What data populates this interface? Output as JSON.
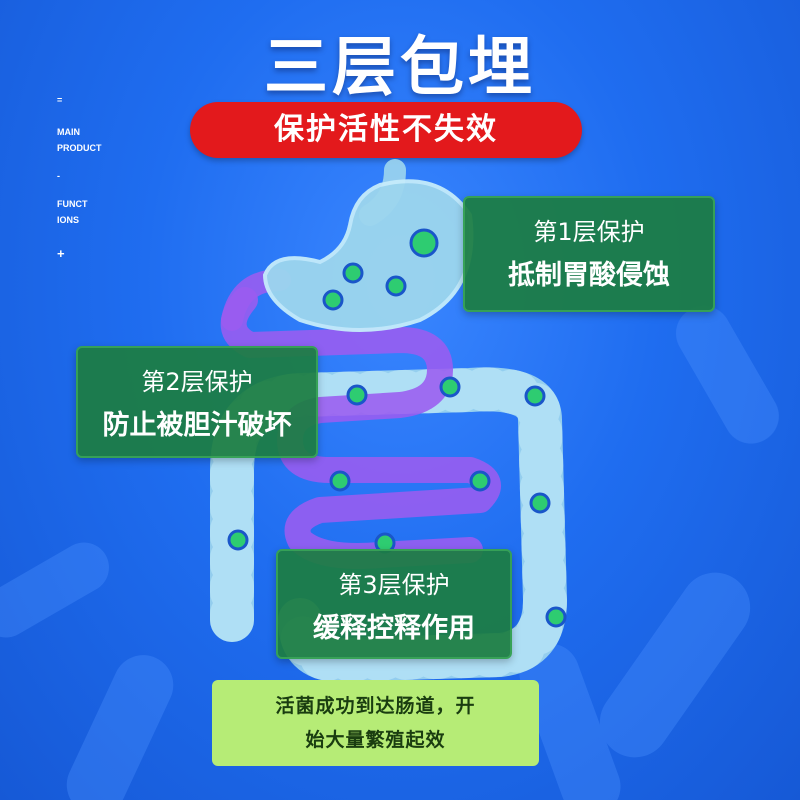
{
  "title": "三层包埋",
  "subtitle": "保护活性不失效",
  "side_nav": {
    "menu_symbol": "=",
    "main_line1": "MAIN",
    "main_line2": "PRODUCT",
    "dash": "-",
    "func_line1": "FUNCT",
    "func_line2": "IONS",
    "plus": "+"
  },
  "layers": [
    {
      "step": "第1层保护",
      "desc": "抵制胃酸侵蚀"
    },
    {
      "step": "第2层保护",
      "desc": "防止被胆汁破坏"
    },
    {
      "step": "第3层保护",
      "desc": "缓释控释作用"
    }
  ],
  "note": {
    "line1": "活菌成功到达肠道，开",
    "line2": "始大量繁殖起效"
  },
  "colors": {
    "background": "#1f6df0",
    "pill": "#e3191c",
    "card": "#1c7d42",
    "note": "#b6ec76",
    "gut": "#9dd6ee",
    "small_intestine": "#9b5cf0",
    "probiotic_dot": "#2ecc71"
  }
}
